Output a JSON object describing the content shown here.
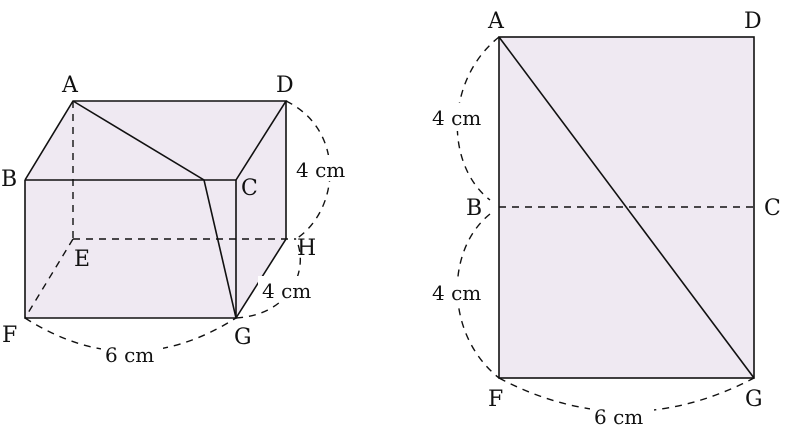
{
  "colors": {
    "face_fill": "#efe9f2",
    "line": "#111111",
    "background": "#ffffff"
  },
  "left_figure": {
    "vertices": {
      "A": "A",
      "B": "B",
      "C": "C",
      "D": "D",
      "E": "E",
      "F": "F",
      "G": "G",
      "H": "H"
    },
    "dimensions": {
      "depth": "4 cm",
      "height": "4 cm",
      "width": "6 cm"
    }
  },
  "right_figure": {
    "vertices": {
      "A": "A",
      "B": "B",
      "C": "C",
      "D": "D",
      "F": "F",
      "G": "G"
    },
    "dimensions": {
      "upper": "4 cm",
      "lower": "4 cm",
      "bottom": "6 cm"
    }
  }
}
